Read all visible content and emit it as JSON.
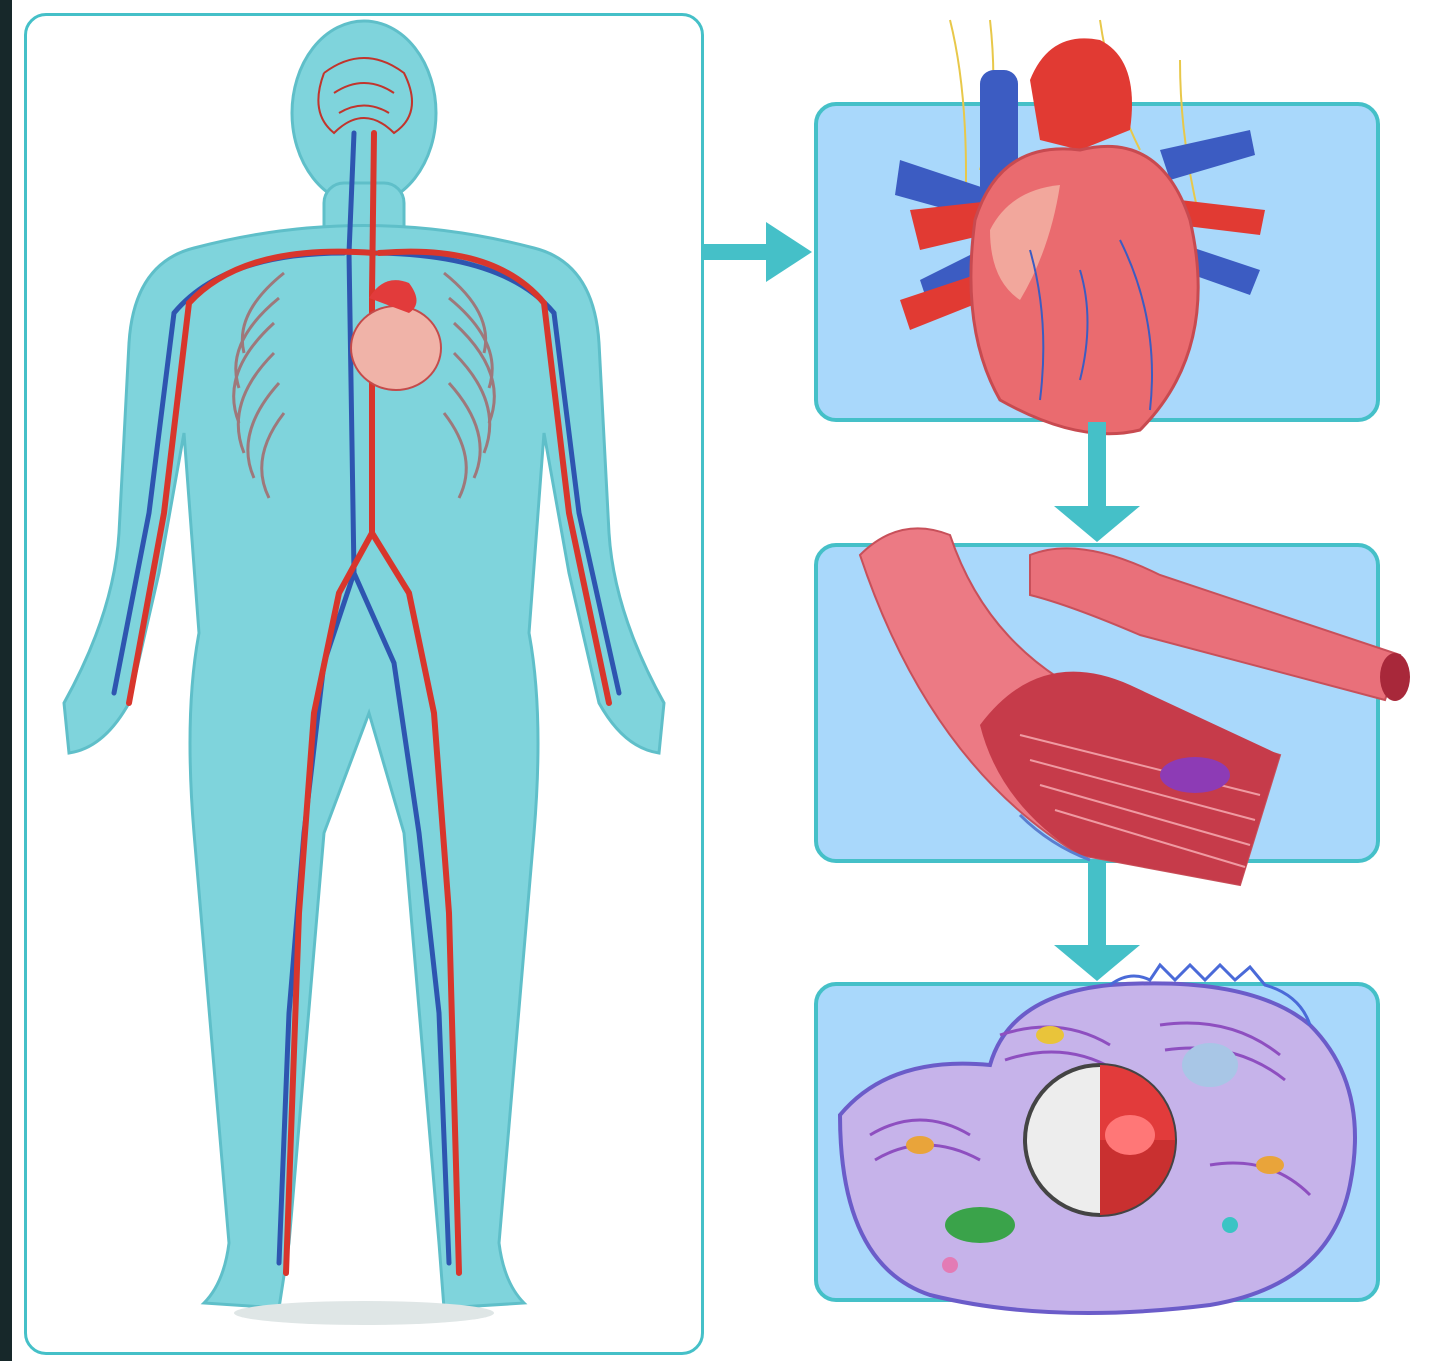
{
  "colors": {
    "frame": "#45c0c8",
    "panel_fill": "#a9d8fb",
    "body_fill": "#7fd4dc",
    "artery": "#d8362c",
    "vein": "#2e55b0",
    "heart": "#e9434a",
    "tissue": "#e9707a",
    "cell_membrane": "#8e4fc0",
    "nucleus": "#e23b3b",
    "background": "#17282a"
  },
  "levels": [
    {
      "name": "body",
      "icon": "circulatory-system-body-illustration"
    },
    {
      "name": "organ",
      "icon": "heart-illustration"
    },
    {
      "name": "tissue",
      "icon": "muscle-tissue-illustration"
    },
    {
      "name": "cell",
      "icon": "animal-cell-illustration"
    }
  ]
}
